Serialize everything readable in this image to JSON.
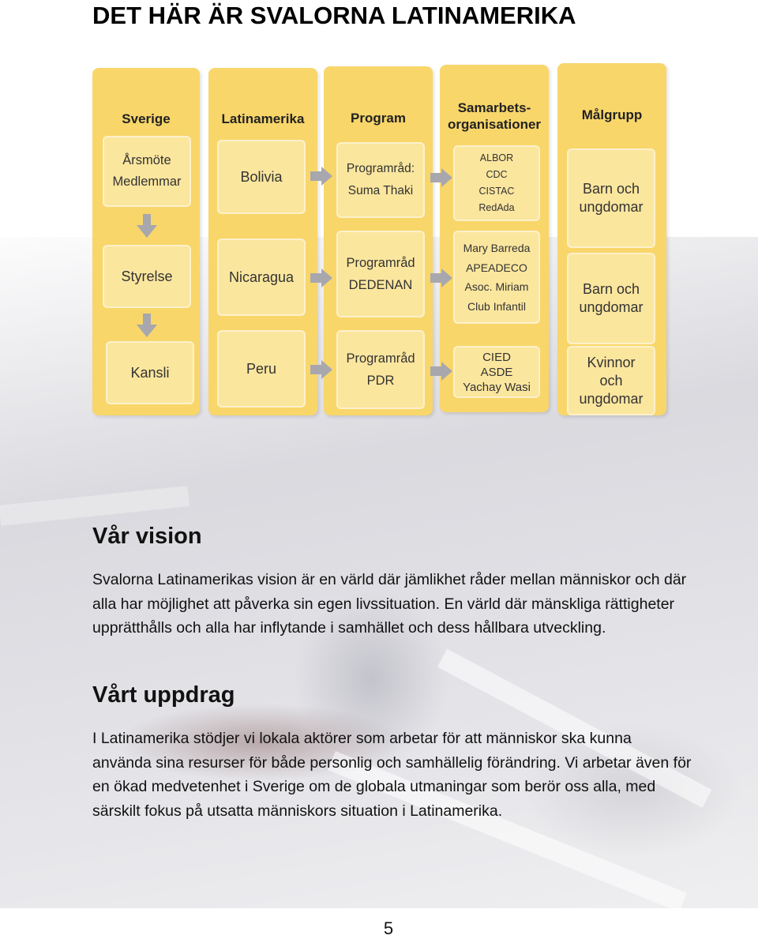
{
  "title": "DET HÄR ÄR SVALORNA LATINAMERIKA",
  "org_chart": {
    "columns": [
      {
        "header": "Sverige",
        "boxes": [
          {
            "lines": [
              "Årsmöte",
              "Medlemmar"
            ]
          },
          {
            "lines": [
              "Styrelse"
            ]
          },
          {
            "lines": [
              "Kansli"
            ]
          }
        ]
      },
      {
        "header": "Latinamerika",
        "boxes": [
          {
            "lines": [
              "Bolivia"
            ]
          },
          {
            "lines": [
              "Nicaragua"
            ]
          },
          {
            "lines": [
              "Peru"
            ]
          }
        ]
      },
      {
        "header": "Program",
        "boxes": [
          {
            "lines": [
              "Programråd:",
              "Suma Thaki"
            ]
          },
          {
            "lines": [
              "Programråd",
              "DEDENAN"
            ]
          },
          {
            "lines": [
              "Programråd",
              "PDR"
            ]
          }
        ]
      },
      {
        "header_lines": [
          "Samarbets-",
          "organisationer"
        ],
        "boxes": [
          {
            "lines": [
              "ALBOR",
              "CDC",
              "CISTAC",
              "RedAda"
            ]
          },
          {
            "lines": [
              "Mary Barreda",
              "APEADECO",
              "Asoc. Miriam",
              "Club Infantil"
            ]
          },
          {
            "lines": [
              "CIED",
              "ASDE",
              "Yachay Wasi"
            ]
          }
        ]
      },
      {
        "header": "Målgrupp",
        "boxes": [
          {
            "lines": [
              "Barn och",
              "ungdomar"
            ]
          },
          {
            "lines": [
              "Barn och",
              "ungdomar"
            ]
          },
          {
            "lines": [
              "Kvinnor",
              "och",
              "ungdomar"
            ]
          }
        ]
      }
    ]
  },
  "vision": {
    "heading": "Vår vision",
    "text": "Svalorna Latinamerikas vision är en värld där jämlikhet råder mellan människor och där alla har möjlighet att påverka sin egen livssituation. En värld där mänskliga rättigheter upprätthålls och alla har inflytande i samhället och dess hållbara utveckling."
  },
  "mission": {
    "heading": "Vårt uppdrag",
    "text": "I Latinamerika stödjer vi lokala aktörer som arbetar för att människor ska kunna använda sina resurser för både personlig och samhällelig förändring. Vi arbetar även för en ökad medvetenhet i Sverige om de globala utmaningar som berör oss alla, med särskilt fokus på utsatta människors situation i Latinamerika."
  },
  "page_number": "5",
  "colors": {
    "column_fill": "#f8d66a",
    "box_fill": "#fbe69e",
    "arrow": "#a7a7ad"
  }
}
